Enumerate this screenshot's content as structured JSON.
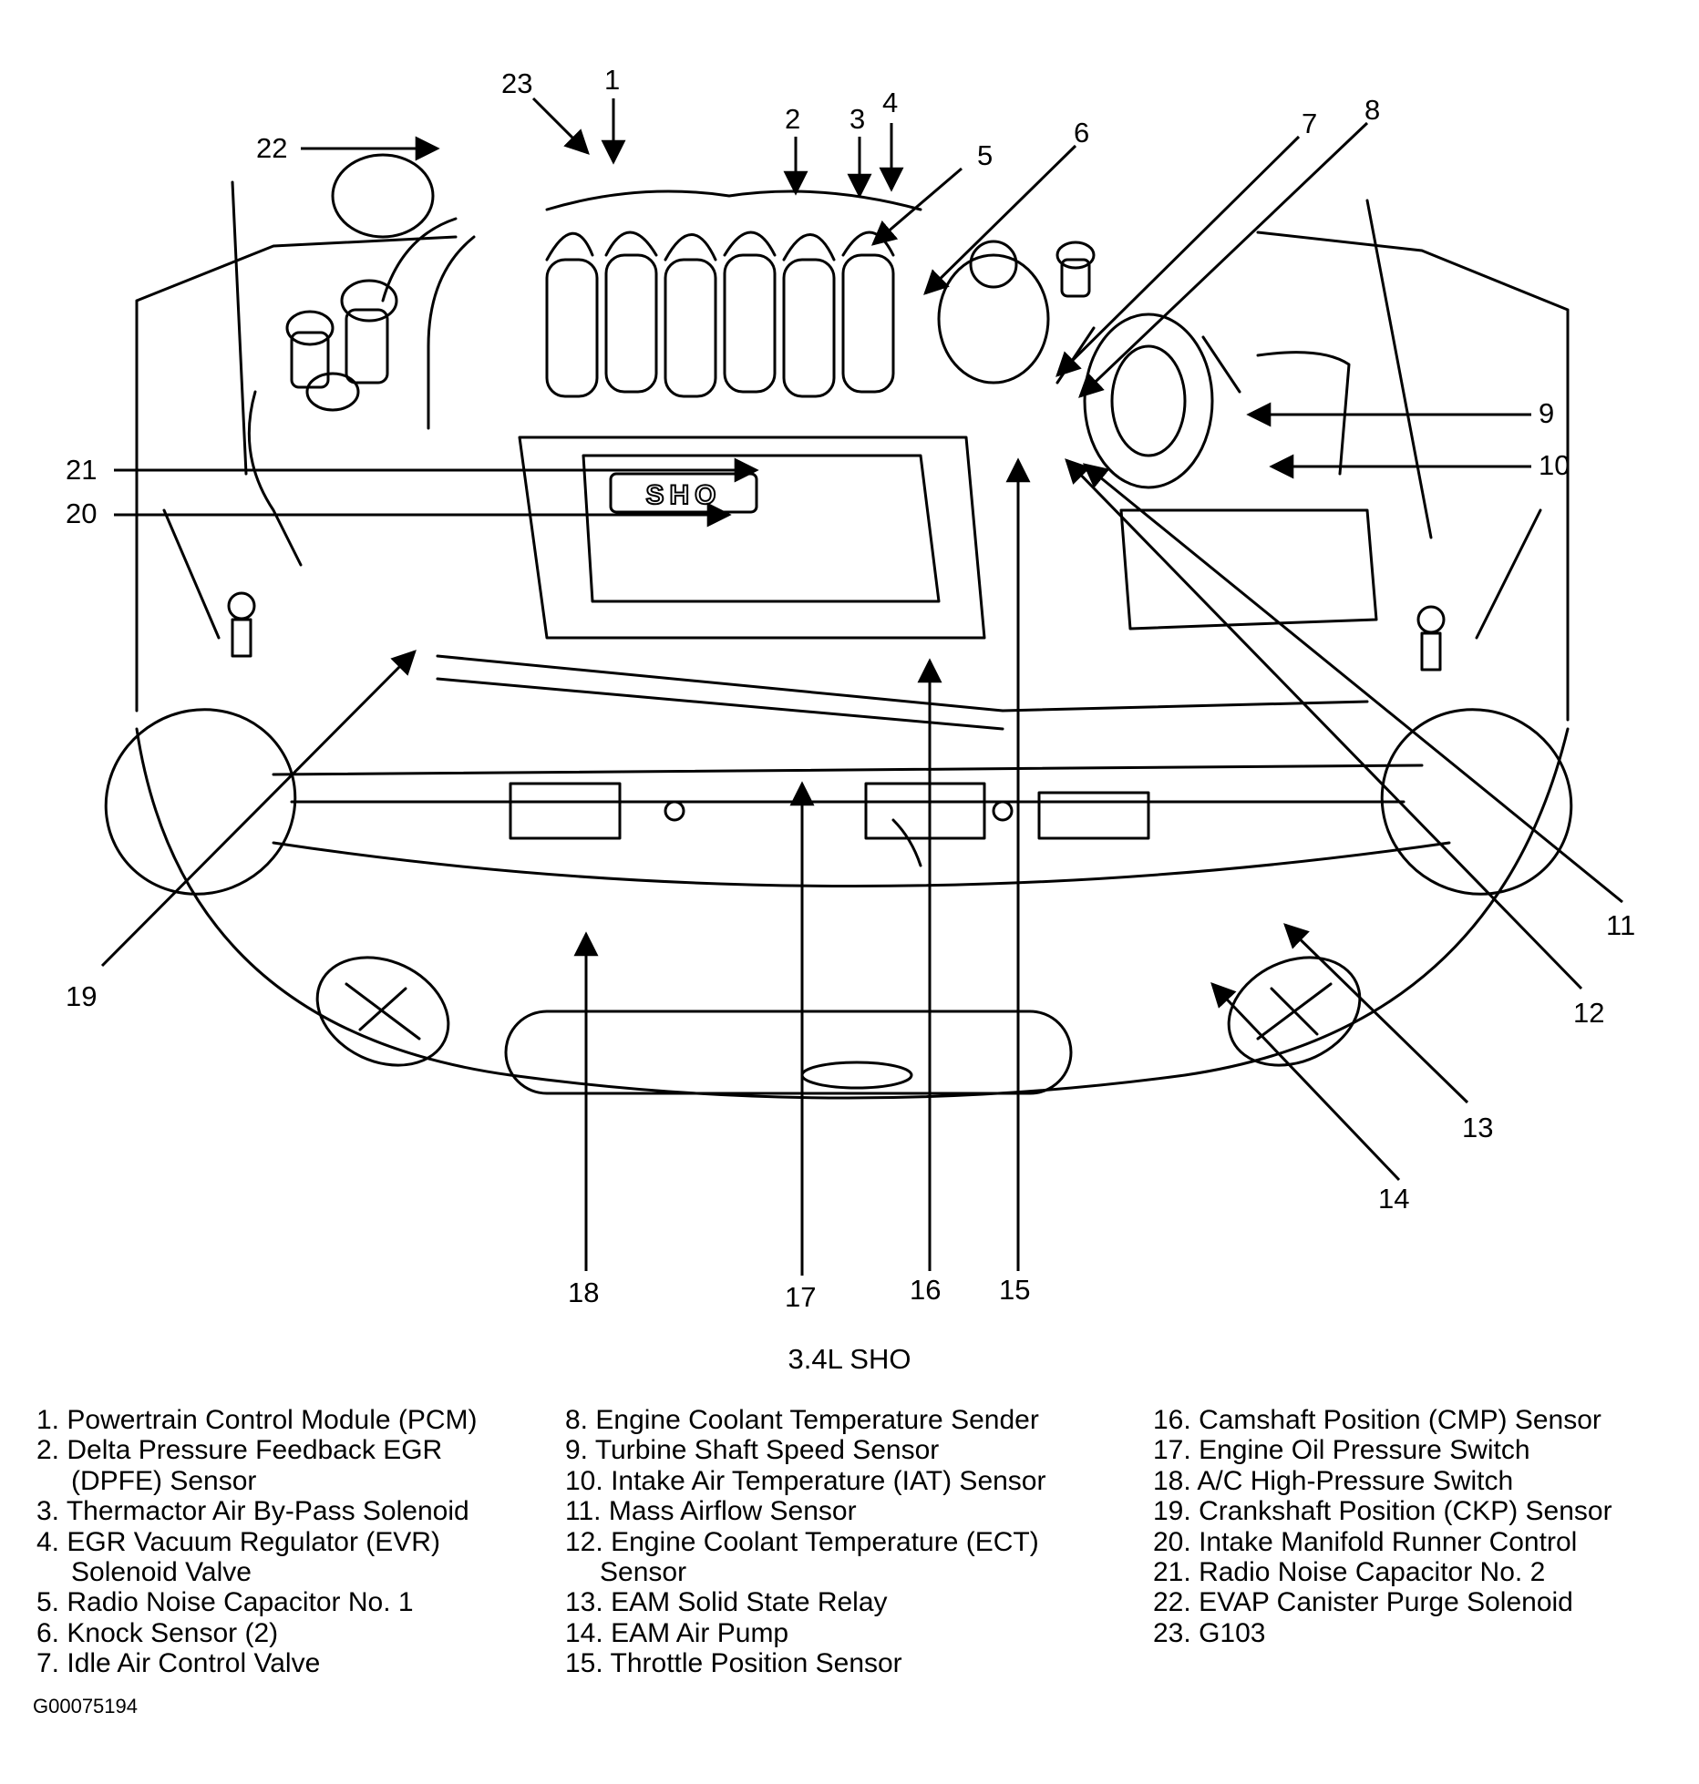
{
  "caption": "3.4L SHO",
  "figure_id": "G00075194",
  "engine_badge": "SHO",
  "callouts": [
    "1",
    "2",
    "3",
    "4",
    "5",
    "6",
    "7",
    "8",
    "9",
    "10",
    "11",
    "12",
    "13",
    "14",
    "15",
    "16",
    "17",
    "18",
    "19",
    "20",
    "21",
    "22",
    "23"
  ],
  "legend": [
    {
      "num": "1.",
      "text": "Powertrain Control Module (PCM)",
      "cont": ""
    },
    {
      "num": "2.",
      "text": "Delta Pressure Feedback EGR",
      "cont": "(DPFE) Sensor"
    },
    {
      "num": "3.",
      "text": "Thermactor Air By-Pass Solenoid",
      "cont": ""
    },
    {
      "num": "4.",
      "text": "EGR Vacuum Regulator (EVR)",
      "cont": "Solenoid Valve"
    },
    {
      "num": "5.",
      "text": "Radio Noise Capacitor No. 1",
      "cont": ""
    },
    {
      "num": "6.",
      "text": "Knock Sensor (2)",
      "cont": ""
    },
    {
      "num": "7.",
      "text": "Idle Air Control Valve",
      "cont": ""
    },
    {
      "num": "8.",
      "text": "Engine Coolant Temperature Sender",
      "cont": ""
    },
    {
      "num": "9.",
      "text": "Turbine Shaft Speed Sensor",
      "cont": ""
    },
    {
      "num": "10.",
      "text": "Intake Air Temperature (IAT) Sensor",
      "cont": ""
    },
    {
      "num": "11.",
      "text": "Mass Airflow Sensor",
      "cont": ""
    },
    {
      "num": "12.",
      "text": "Engine Coolant Temperature (ECT)",
      "cont": "Sensor"
    },
    {
      "num": "13.",
      "text": "EAM Solid State Relay",
      "cont": ""
    },
    {
      "num": "14.",
      "text": "EAM Air Pump",
      "cont": ""
    },
    {
      "num": "15.",
      "text": "Throttle Position Sensor",
      "cont": ""
    },
    {
      "num": "16.",
      "text": "Camshaft Position (CMP) Sensor",
      "cont": ""
    },
    {
      "num": "17.",
      "text": "Engine Oil Pressure Switch",
      "cont": ""
    },
    {
      "num": "18.",
      "text": "A/C High-Pressure Switch",
      "cont": ""
    },
    {
      "num": "19.",
      "text": "Crankshaft Position (CKP) Sensor",
      "cont": ""
    },
    {
      "num": "20.",
      "text": "Intake Manifold Runner Control",
      "cont": ""
    },
    {
      "num": "21.",
      "text": "Radio Noise Capacitor No. 2",
      "cont": ""
    },
    {
      "num": "22.",
      "text": "EVAP Canister Purge Solenoid",
      "cont": ""
    },
    {
      "num": "23.",
      "text": "G103",
      "cont": ""
    }
  ]
}
